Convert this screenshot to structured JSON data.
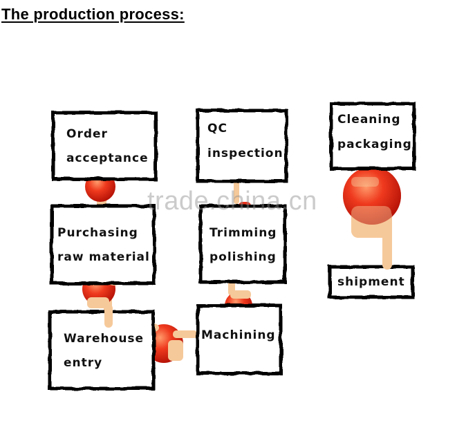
{
  "title": "The production process:",
  "watermark": "trade.china.cn",
  "steps": [
    {
      "lines": [
        "Order",
        "acceptance"
      ]
    },
    {
      "lines": [
        "Purchasing",
        "raw material"
      ]
    },
    {
      "lines": [
        "Warehouse",
        "entry"
      ]
    },
    {
      "lines": [
        "Machining"
      ]
    },
    {
      "lines": [
        "Trimming",
        "polishing"
      ]
    },
    {
      "lines": [
        "QC",
        "inspection"
      ]
    },
    {
      "lines": [
        "Cleaning",
        "packaging"
      ]
    },
    {
      "lines": [
        "shipment"
      ]
    }
  ],
  "colors": {
    "ball": "#e8321c",
    "ball_highlight": "#ff9a6a",
    "hand": "#f6c99a",
    "border": "#000000"
  }
}
